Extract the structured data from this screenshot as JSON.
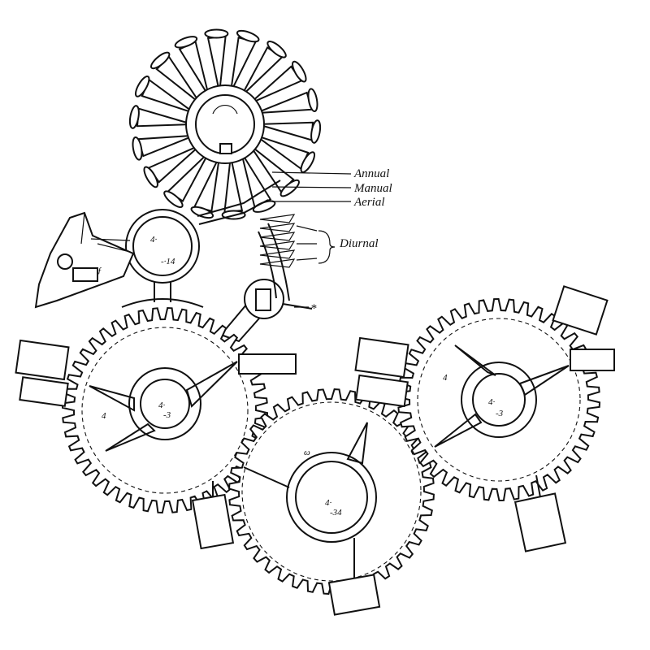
{
  "callouts": {
    "annual": "Annual",
    "manual": "Manual",
    "aerial": "Aerial",
    "diurnal": "Diurnal"
  },
  "star_mark": "*",
  "colors": {
    "ink": "#111111",
    "paper": "#ffffff"
  },
  "components": [
    "fan-wheel-icon",
    "small-top-gear",
    "left-large-gear",
    "center-lower-gear",
    "right-large-gear",
    "ratchet-lever-mechanism"
  ]
}
